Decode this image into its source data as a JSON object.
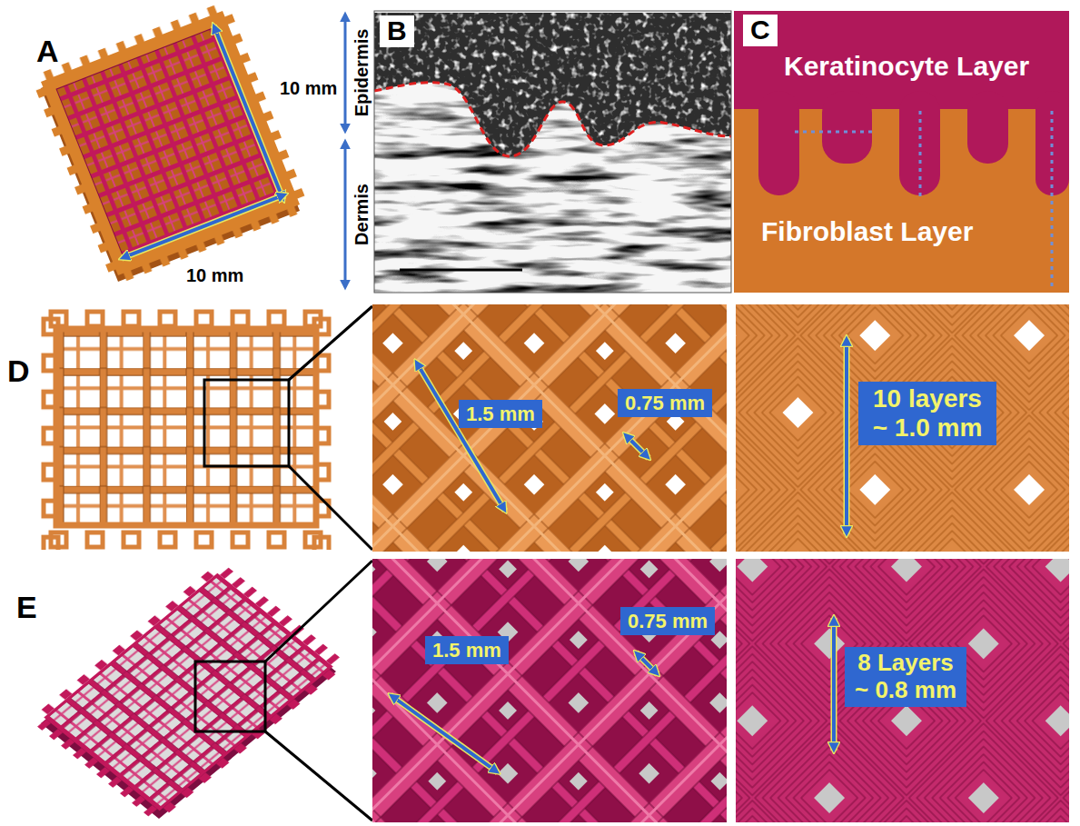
{
  "diagram": {
    "nodes": [
      {
        "text": [
          "Keratinocyte Layer"
        ]
      },
      {
        "text": [
          "Fibroblast Layer"
        ]
      },
      {
        "text": [
          "1.5 mm"
        ]
      },
      {
        "text": [
          "0.75 mm"
        ]
      },
      {
        "text": [
          "10 layers ~ 1.0 mm"
        ]
      },
      {
        "text": [
          "1.5 mm"
        ]
      },
      {
        "text": [
          "0.75 mm"
        ]
      },
      {
        "text": [
          "8 Layers ~ 0.8 mm"
        ]
      }
    ],
    "labels": [
      "A",
      "10 mm",
      "10 mm",
      "B",
      "Epidermis",
      "Dermis",
      "C",
      "D",
      "E"
    ]
  }
}
